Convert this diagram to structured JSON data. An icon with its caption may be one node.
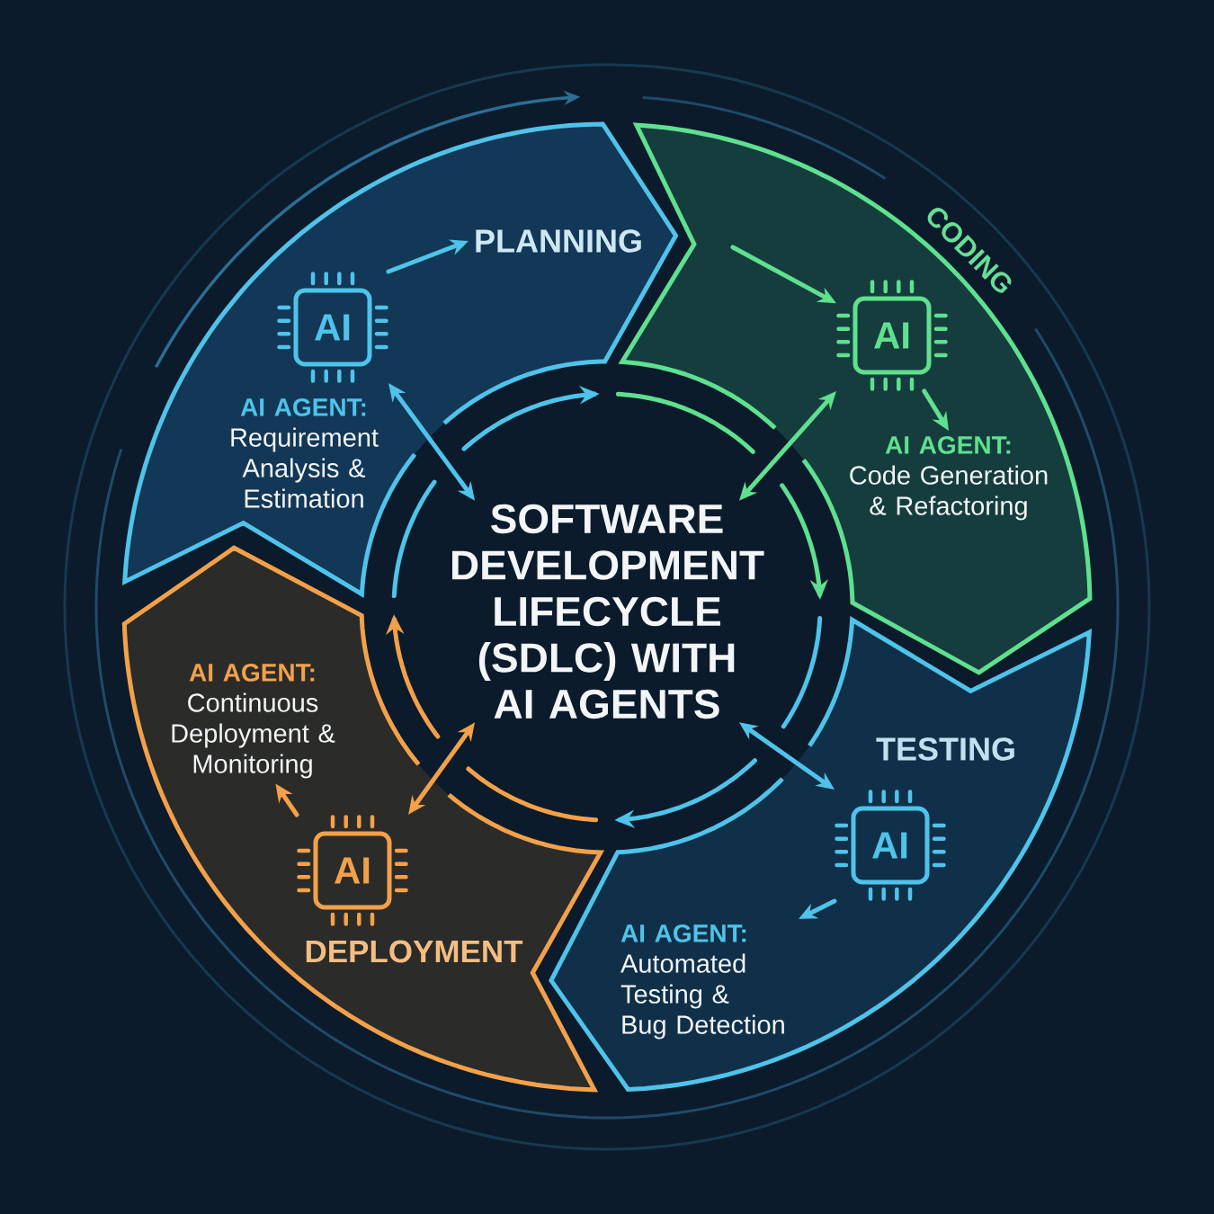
{
  "diagram": {
    "nodes": [
      {
        "text": [
          "SOFTWARE DEVELOPMENT LIFECYCLE (SDLC) WITH AI AGENTS"
        ]
      },
      {
        "text": [],
        "shape": "arrow"
      },
      {
        "text": [
          "PLANNING"
        ],
        "in": 1
      },
      {
        "text": [
          "AI"
        ],
        "in": 1
      },
      {
        "text": [
          "AI AGENT:",
          "Requirement Analysis & Estimation"
        ],
        "in": 1
      },
      {
        "text": [
          "CODING"
        ]
      },
      {
        "text": [
          "AI"
        ],
        "in": 5
      },
      {
        "text": [
          "AI AGENT:",
          "Code Generation & Refactoring"
        ],
        "in": 5
      },
      {
        "text": [
          "TESTING"
        ]
      },
      {
        "text": [
          "AI"
        ],
        "in": 8
      },
      {
        "text": [
          "AI AGENT:",
          "Automated Testing & Bug Detection"
        ],
        "in": 8
      },
      {
        "text": [
          "DEPLOYMENT"
        ]
      },
      {
        "text": [
          "AI"
        ],
        "in": 11
      },
      {
        "text": [
          "AI AGENT:",
          "Continuous Deployment & Monitoring"
        ],
        "in": 11
      }
    ],
    "edges": [
      {
        "from": 3,
        "to": 2,
        "arrow": "to"
      },
      {
        "from": 3,
        "to": 0,
        "arrow": "both"
      },
      {
        "from": null,
        "to": 6,
        "arrow": "to",
        "color": "#5fe08f"
      },
      {
        "from": 6,
        "to": 7,
        "arrow": "to",
        "color": "#5fe08f"
      },
      {
        "from": 6,
        "to": 0,
        "arrow": "both",
        "color": "#5fe08f"
      },
      {
        "from": 9,
        "to": 0,
        "arrow": "both"
      },
      {
        "from": 9,
        "to": 10,
        "arrow": "to"
      },
      {
        "from": 12,
        "to": 0,
        "arrow": "both",
        "color": "#f2a14a"
      },
      {
        "from": 12,
        "to": 13,
        "arrow": "to",
        "color": "#f2a14a"
      }
    ]
  }
}
